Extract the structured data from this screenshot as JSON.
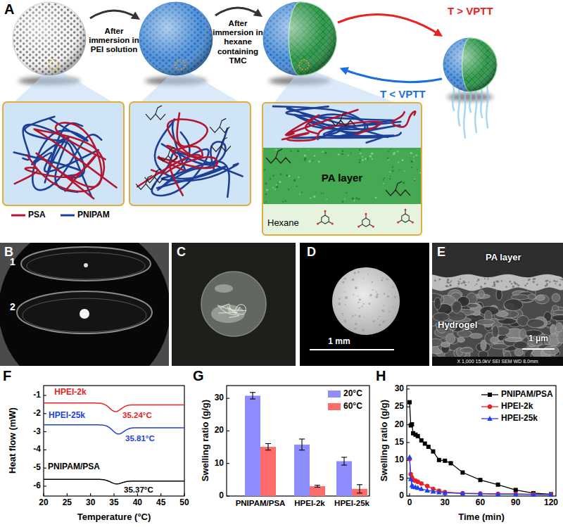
{
  "diagram": {
    "nodes": [
      {
        "text": [
          "PA layer",
          "Hexane"
        ]
      }
    ],
    "labels": [
      "A",
      "After immersion in PEI solution",
      "After immersion in hexane containing TMC",
      "T > VPTT",
      "T < VPTT",
      "B",
      "1",
      "2",
      "C",
      "D",
      "1 mm",
      "E",
      "PA layer",
      "Hydrogel",
      "1 μm",
      "X 1,000 15.0kV SEI SEM WD 8.0mm",
      "F",
      "HPEI-2k",
      "35.24°C",
      "HPEI-25k",
      "35.81°C",
      "PNIPAM/PSA",
      "35.37°C",
      "-1",
      "-2",
      "-3",
      "-4",
      "-5",
      "-6",
      "20",
      "25",
      "30",
      "35",
      "40",
      "45",
      "50",
      "Heat flow (mW)",
      "Temperature (°C)",
      "G",
      "0",
      "10",
      "20",
      "30",
      "Swelling ratio (g/g)",
      "PNIPAM/PSA",
      "HPEI-2k",
      "HPEI-25k",
      "H",
      "0",
      "5",
      "10",
      "15",
      "20",
      "25",
      "30",
      "0",
      "30",
      "60",
      "90",
      "120",
      "Swelling ratio (g/g)",
      "Time (min)"
    ],
    "legend": [
      {
        "text": "PSA"
      },
      {
        "text": "PNIPAM"
      },
      {
        "text": "20°C",
        "color": "#8d8dff"
      },
      {
        "text": "60°C",
        "color": "#ff6b6b"
      },
      {
        "text": "PNIPAM/PSA"
      },
      {
        "text": "HPEI-2k"
      },
      {
        "text": "HPEI-25k"
      }
    ]
  }
}
